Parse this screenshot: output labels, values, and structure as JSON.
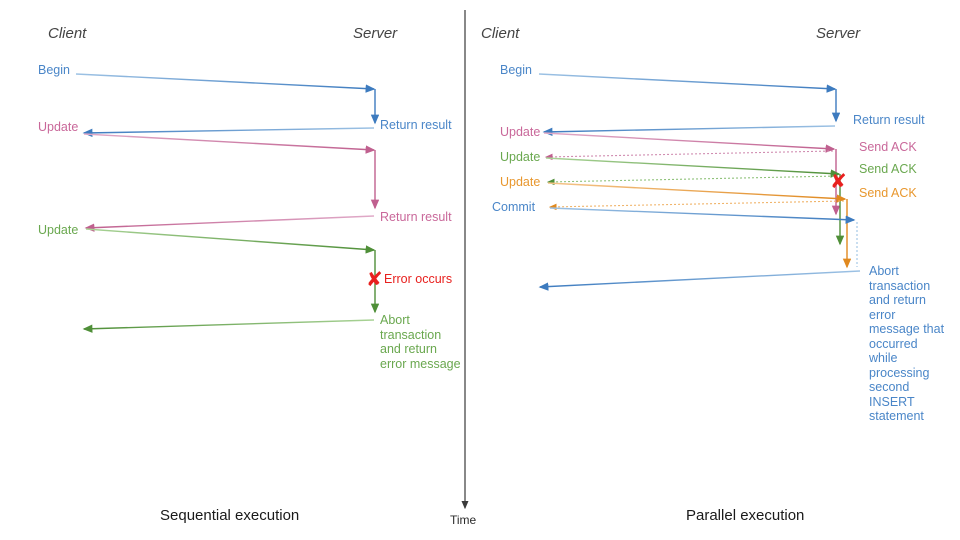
{
  "figure": {
    "title": "Sequential vs parallel transaction execution sequence diagram",
    "time_axis_label": "Time"
  },
  "colors": {
    "blue": "#4a86c8",
    "pink": "#c9689a",
    "green": "#6aa84f",
    "orange": "#e8972e",
    "red": "#e8201e",
    "dark": "#3a3a3a",
    "lane_text": "#444444"
  },
  "panels": [
    {
      "id": "sequential",
      "caption": "Sequential execution",
      "lanes": {
        "client": "Client",
        "server": "Server"
      },
      "client_messages": [
        {
          "label": "Begin",
          "color": "blue"
        },
        {
          "label": "Update",
          "color": "pink"
        },
        {
          "label": "Update",
          "color": "green"
        }
      ],
      "server_messages": [
        {
          "label": "Return result",
          "color": "blue"
        },
        {
          "label": "Return result",
          "color": "pink"
        },
        {
          "label": "Error occurs",
          "color": "red"
        },
        {
          "label": "Abort transaction and return error message",
          "color": "green"
        }
      ]
    },
    {
      "id": "parallel",
      "caption": "Parallel execution",
      "lanes": {
        "client": "Client",
        "server": "Server"
      },
      "client_messages": [
        {
          "label": "Begin",
          "color": "blue"
        },
        {
          "label": "Update",
          "color": "pink"
        },
        {
          "label": "Update",
          "color": "green"
        },
        {
          "label": "Update",
          "color": "orange"
        },
        {
          "label": "Commit",
          "color": "blue"
        }
      ],
      "server_messages": [
        {
          "label": "Return result",
          "color": "blue"
        },
        {
          "label": "Send ACK",
          "color": "pink"
        },
        {
          "label": "Send ACK",
          "color": "green"
        },
        {
          "label": "Send ACK",
          "color": "orange"
        },
        {
          "label": "Abort transaction and return error message that occurred while processing second INSERT statement",
          "color": "blue"
        }
      ],
      "error_marker": "X"
    }
  ]
}
